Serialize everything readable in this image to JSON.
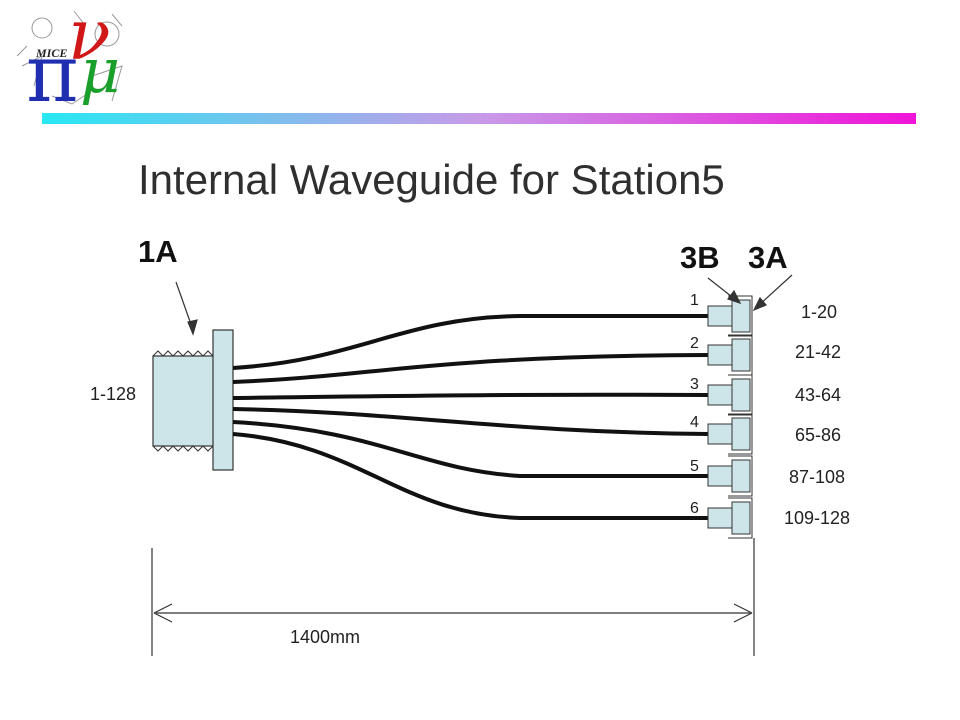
{
  "logo": {
    "mice": "MICE",
    "pi": "π",
    "nu": "ν",
    "mu": "μ"
  },
  "title": "Internal Waveguide for Station5",
  "labels": {
    "connector_1a": "1A",
    "connector_3b": "3B",
    "connector_3a": "3A",
    "input_channels": "1-128",
    "length": "1400mm"
  },
  "outputs": [
    {
      "number": "1",
      "channels": "1-20"
    },
    {
      "number": "2",
      "channels": "21-42"
    },
    {
      "number": "3",
      "channels": "43-64"
    },
    {
      "number": "4",
      "channels": "65-86"
    },
    {
      "number": "5",
      "channels": "87-108"
    },
    {
      "number": "6",
      "channels": "109-128"
    }
  ],
  "colors": {
    "banner_start": "#27e8f2",
    "banner_mid": "#c89ae8",
    "banner_end": "#f014d8",
    "connector_fill": "#cde4e8",
    "fiber": "#111111"
  }
}
